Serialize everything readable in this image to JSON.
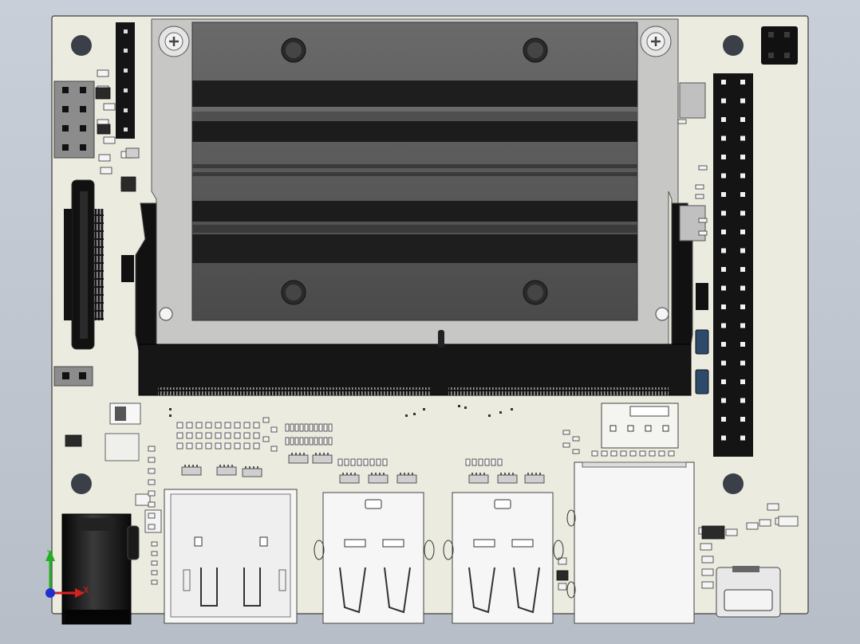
{
  "colors": {
    "background_top": "#c9cfd8",
    "pcb": "#ecebe0",
    "pcb_edge": "#5a5a55",
    "heatsink_dark": "#1c1c1c",
    "heatsink_mid": "#5a5a5a",
    "metal": "#c8c8c8",
    "connector_black": "#141414",
    "axis_x": "#d62020",
    "axis_y": "#22b022",
    "axis_z": "#2030d0"
  },
  "axis_labels": {
    "x": "X",
    "y": "Y"
  },
  "components": {
    "gpio_header_pins": 40,
    "usb_ports": 3,
    "ethernet_ports": 1,
    "mounting_holes": 4
  }
}
